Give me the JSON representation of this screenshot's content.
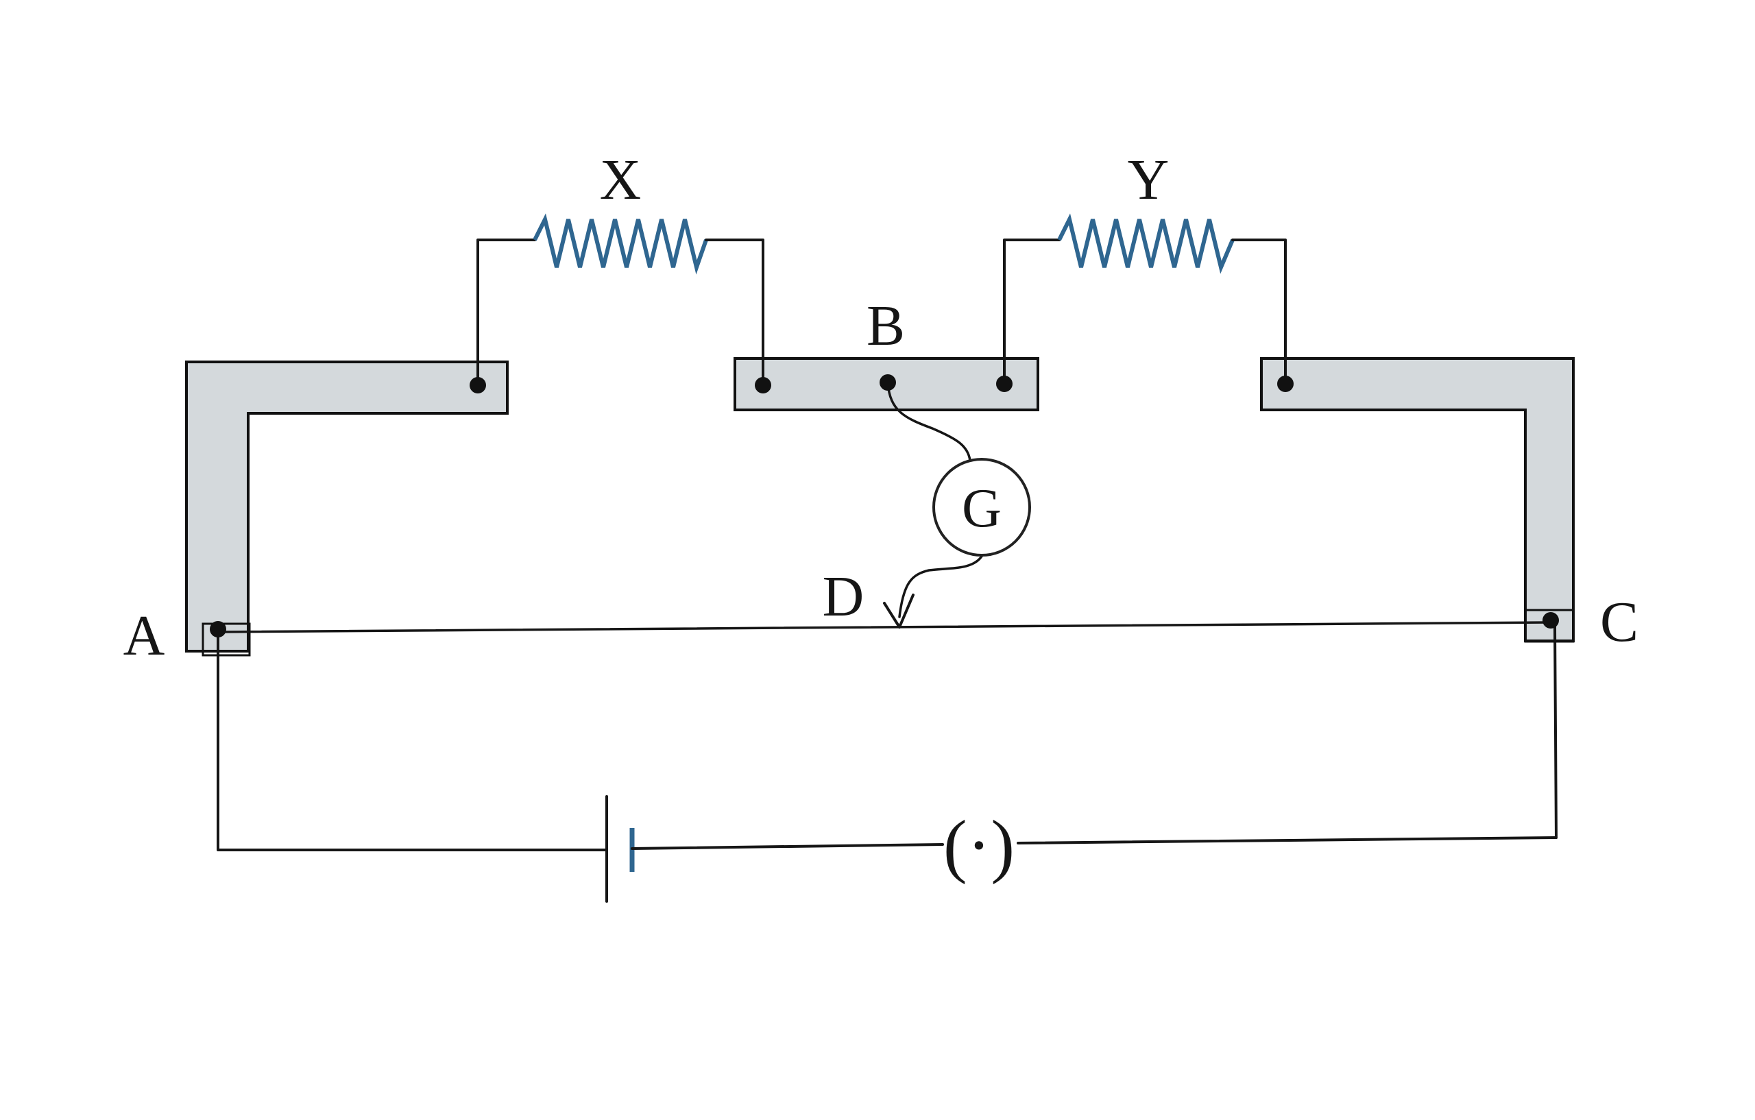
{
  "labels": {
    "resistor_x": "X",
    "resistor_y": "Y",
    "point_a": "A",
    "point_b": "B",
    "point_c": "C",
    "point_d": "D",
    "galvanometer": "G",
    "key": "(·)"
  },
  "colors": {
    "background": "#ffffff",
    "metal_strip": "#d4d9dc",
    "resistor": "#2f6690",
    "wire": "#161616"
  },
  "icons": {
    "galvanometer": "galvanometer-icon",
    "cell": "cell-icon",
    "jockey": "jockey-arrow-icon"
  }
}
